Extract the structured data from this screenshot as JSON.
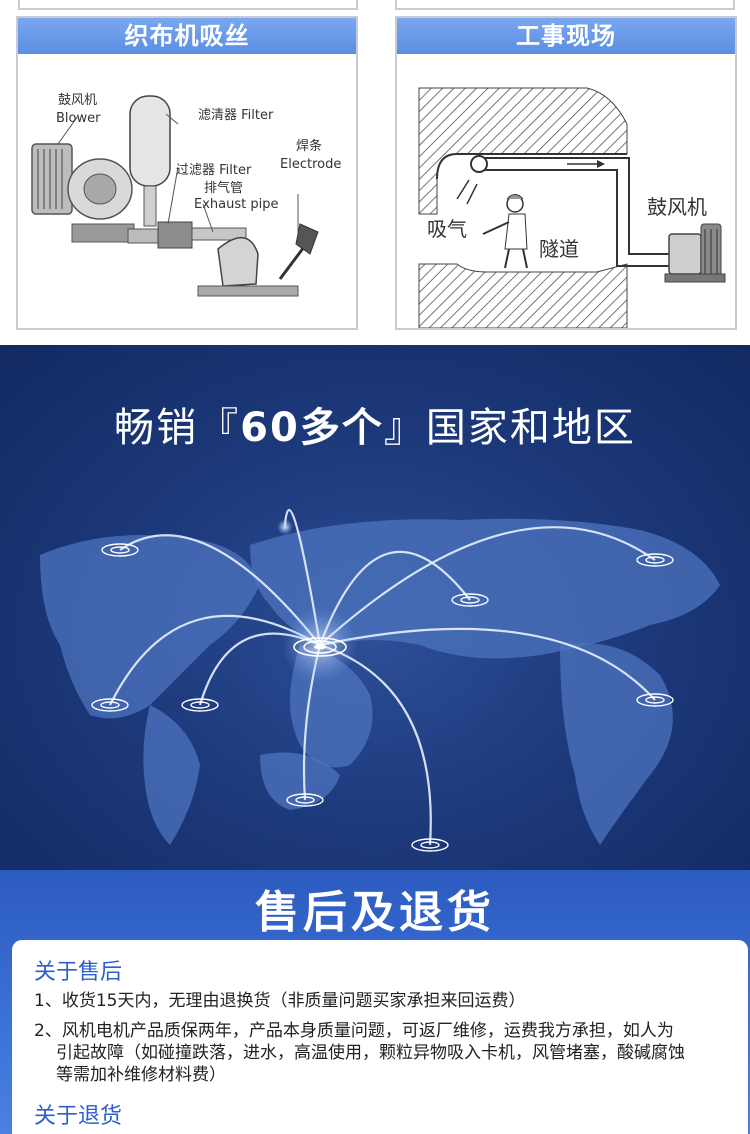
{
  "panels": {
    "loom": {
      "title": "织布机吸丝",
      "labels": {
        "blower_cn": "鼓风机",
        "blower_en": "Blower",
        "filter_top": "滤清器 Filter",
        "filter_mid": "过滤器 Filter",
        "exhaust_cn": "排气管",
        "exhaust_en": "Exhaust pipe",
        "electrode_cn": "焊条",
        "electrode_en": "Electrode"
      }
    },
    "site": {
      "title": "工事现场",
      "labels": {
        "blower": "鼓风机",
        "suction": "吸气",
        "tunnel": "隧道"
      }
    }
  },
  "map": {
    "title_pre": "畅销『",
    "title_bold": "60多个",
    "title_post": "』国家和地区"
  },
  "after_sales": {
    "title": "售后及退货",
    "section1_heading": "关于售后",
    "item1": "1、收货15天内，无理由退换货（非质量问题买家承担来回运费）",
    "item2_line1": "2、风机电机产品质保两年，产品本身质量问题，可返厂维修，运费我方承担，如人为",
    "item2_line2": "引起故障（如碰撞跌落，进水，高温使用，颗粒异物吸入卡机，风管堵塞，酸碱腐蚀",
    "item2_line3": "等需加补维修材料费）",
    "section2_heading": "关于退货"
  },
  "colors": {
    "panel_header": "#5b8de2",
    "map_bg": "#1d3a7c",
    "after_bg": "#3d72d8",
    "heading_blue": "#2d5fce"
  }
}
